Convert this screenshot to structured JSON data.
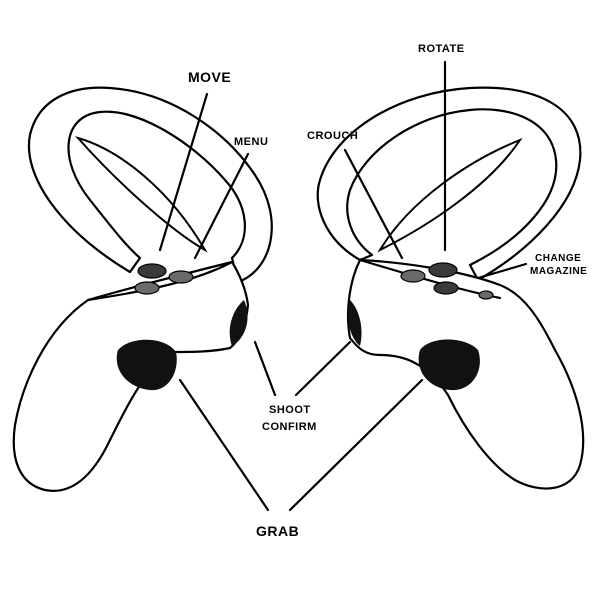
{
  "labels": {
    "move": "MOVE",
    "menu": "MENU",
    "rotate": "ROTATE",
    "crouch": "CROUCH",
    "change_magazine_line1": "CHANGE",
    "change_magazine_line2": "MAGAZINE",
    "shoot_confirm_line1": "SHOOT",
    "shoot_confirm_line2": "CONFIRM",
    "grab": "GRAB"
  }
}
